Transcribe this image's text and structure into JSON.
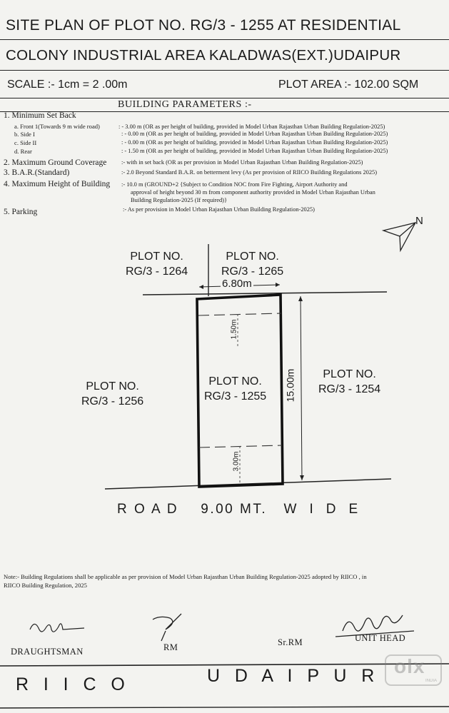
{
  "header": {
    "title_line1": "SITE  PLAN OF PLOT NO. RG/3 - 1255 AT RESIDENTIAL",
    "title_line2": "COLONY INDUSTRIAL AREA KALADWAS(EXT.)UDAIPUR",
    "scale": "SCALE :- 1cm = 2 .00m",
    "plot_area": "PLOT AREA :-  102.00 SQM",
    "section_title": "BUILDING PARAMETERS :-"
  },
  "parameters": {
    "setback": {
      "label": "1. Minimum  Set Back",
      "rows": [
        {
          "label": "a. Front 1(Towards 9 m wide road)",
          "value": ": - 3.00 m (OR as per height of building, provided in Model  Urban Rajasthan Urban  Building Regulation-2025)"
        },
        {
          "label": "b. Side I",
          "value": ": - 0.00 m (OR as per height of building, provided in Model  Urban Rajasthan Urban  Building Regulation-2025)"
        },
        {
          "label": "c. Side II",
          "value": ": - 0.00 m (OR as per height of building, provided in Model  Urban Rajasthan Urban  Building Regulation-2025)"
        },
        {
          "label": "d. Rear",
          "value": ": - 1.50 m (OR as per height of building, provided in Model  Urban Rajasthan Urban  Building Regulation-2025)"
        }
      ]
    },
    "coverage": {
      "label": "2. Maximum Ground Coverage",
      "value": ":- with in set back (OR as per provision in Model  Urban Rajasthan Urban  Building Regulation-2025)"
    },
    "bar": {
      "label": "3. B.A.R.(Standard)",
      "value": ":- 2.0 Beyond Standard B.A.R. on betterment levy (As per provision of RIICO Building Regulations 2025)"
    },
    "height": {
      "label": "4. Maximum Height of Building",
      "value_lines": [
        ":- 10.0 m (GROUND+2 {Subject to Condition NOC from Fire Fighting, Airport Authority and",
        "approval of height  beyond 30 m from component authority provided in Model  Urban Rajasthan Urban",
        "Building Regulation-2025 (If required)}"
      ]
    },
    "parking": {
      "label": "5. Parking",
      "value": ":-  As per provision in Model  Urban Rajasthan Urban  Building Regulation-2025)"
    }
  },
  "plan": {
    "north_label": "N",
    "plot_1264": [
      "PLOT NO.",
      "RG/3 - 1264"
    ],
    "plot_1265": [
      "PLOT NO.",
      "RG/3 - 1265"
    ],
    "plot_1256": [
      "PLOT NO.",
      "RG/3 - 1256"
    ],
    "plot_1255": [
      "PLOT NO.",
      "RG/3 - 1255"
    ],
    "plot_1254": [
      "PLOT NO.",
      "RG/3 - 1254"
    ],
    "width_dim": "6.80m",
    "length_dim": "15.00m",
    "rear_setback_dim": "1.50m",
    "front_setback_dim": "3.00m",
    "road_label": "R O A D    9.00 MT.   W  I  D  E"
  },
  "note": {
    "line1": "Note:- Building Regulations shall be applicable as per provision of  Model  Urban Rajasthan Urban  Building Regulation-2025 adopted by RIICO , in",
    "line2": "RIICO Building Regulation, 2025"
  },
  "signatures": {
    "draughtsman": "DRAUGHTSMAN",
    "rm": "RM",
    "sr_rm": "Sr.RM",
    "unit_head": "UNIT HEAD"
  },
  "footer": {
    "riico": "R   I   I   C   O",
    "udaipur": "U   D   A   I   P   U   R"
  },
  "watermark": {
    "text": "olx",
    "sub": "INDIA"
  }
}
